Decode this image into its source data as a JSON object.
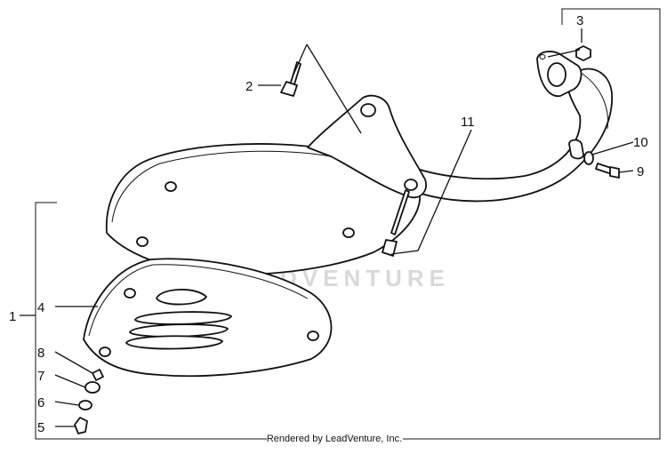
{
  "diagram": {
    "callouts": [
      {
        "id": "1",
        "label": "1"
      },
      {
        "id": "2",
        "label": "2"
      },
      {
        "id": "3",
        "label": "3"
      },
      {
        "id": "4",
        "label": "4"
      },
      {
        "id": "5",
        "label": "5"
      },
      {
        "id": "6",
        "label": "6"
      },
      {
        "id": "7",
        "label": "7"
      },
      {
        "id": "8",
        "label": "8"
      },
      {
        "id": "9",
        "label": "9"
      },
      {
        "id": "10",
        "label": "10"
      },
      {
        "id": "11",
        "label": "11"
      }
    ],
    "watermark": "LEADVENTURE",
    "footer": "Rendered by LeadVenture, Inc.",
    "colors": {
      "line": "#111111",
      "watermark": "#d9d9d9",
      "background": "#ffffff"
    }
  }
}
